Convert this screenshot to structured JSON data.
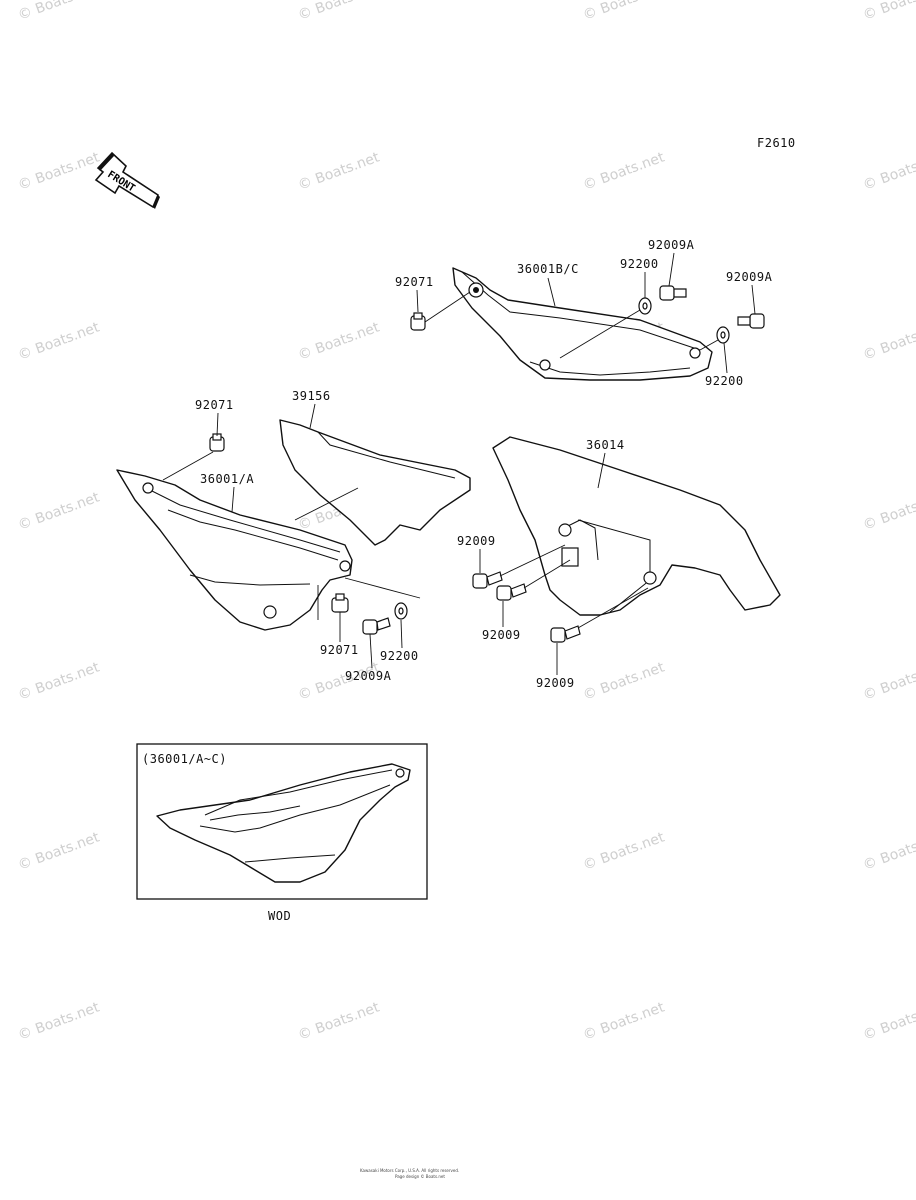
{
  "figure_code": "F2610",
  "front_arrow_text": "FRONT",
  "watermark_text": "© Boats.net",
  "parts": {
    "p36001bc": "36001B/C",
    "p92071_top": "92071",
    "p92200_top_a": "92200",
    "p92009a_top_a": "92009A",
    "p92009a_top_b": "92009A",
    "p92200_top_b": "92200",
    "p92071_left": "92071",
    "p39156": "39156",
    "p36001a": "36001/A",
    "p36014": "36014",
    "p92009_a": "92009",
    "p92009_b": "92009",
    "p92009_c": "92009",
    "p92071_bottom": "92071",
    "p92200_bottom": "92200",
    "p92009a_bottom": "92009A"
  },
  "inset": {
    "title": "(36001/A~C)",
    "caption": "WOD"
  },
  "footer": {
    "line1": "Kawasaki Motors Corp., U.S.A. All rights reserved.",
    "line2": "Page design © Boats.net"
  }
}
